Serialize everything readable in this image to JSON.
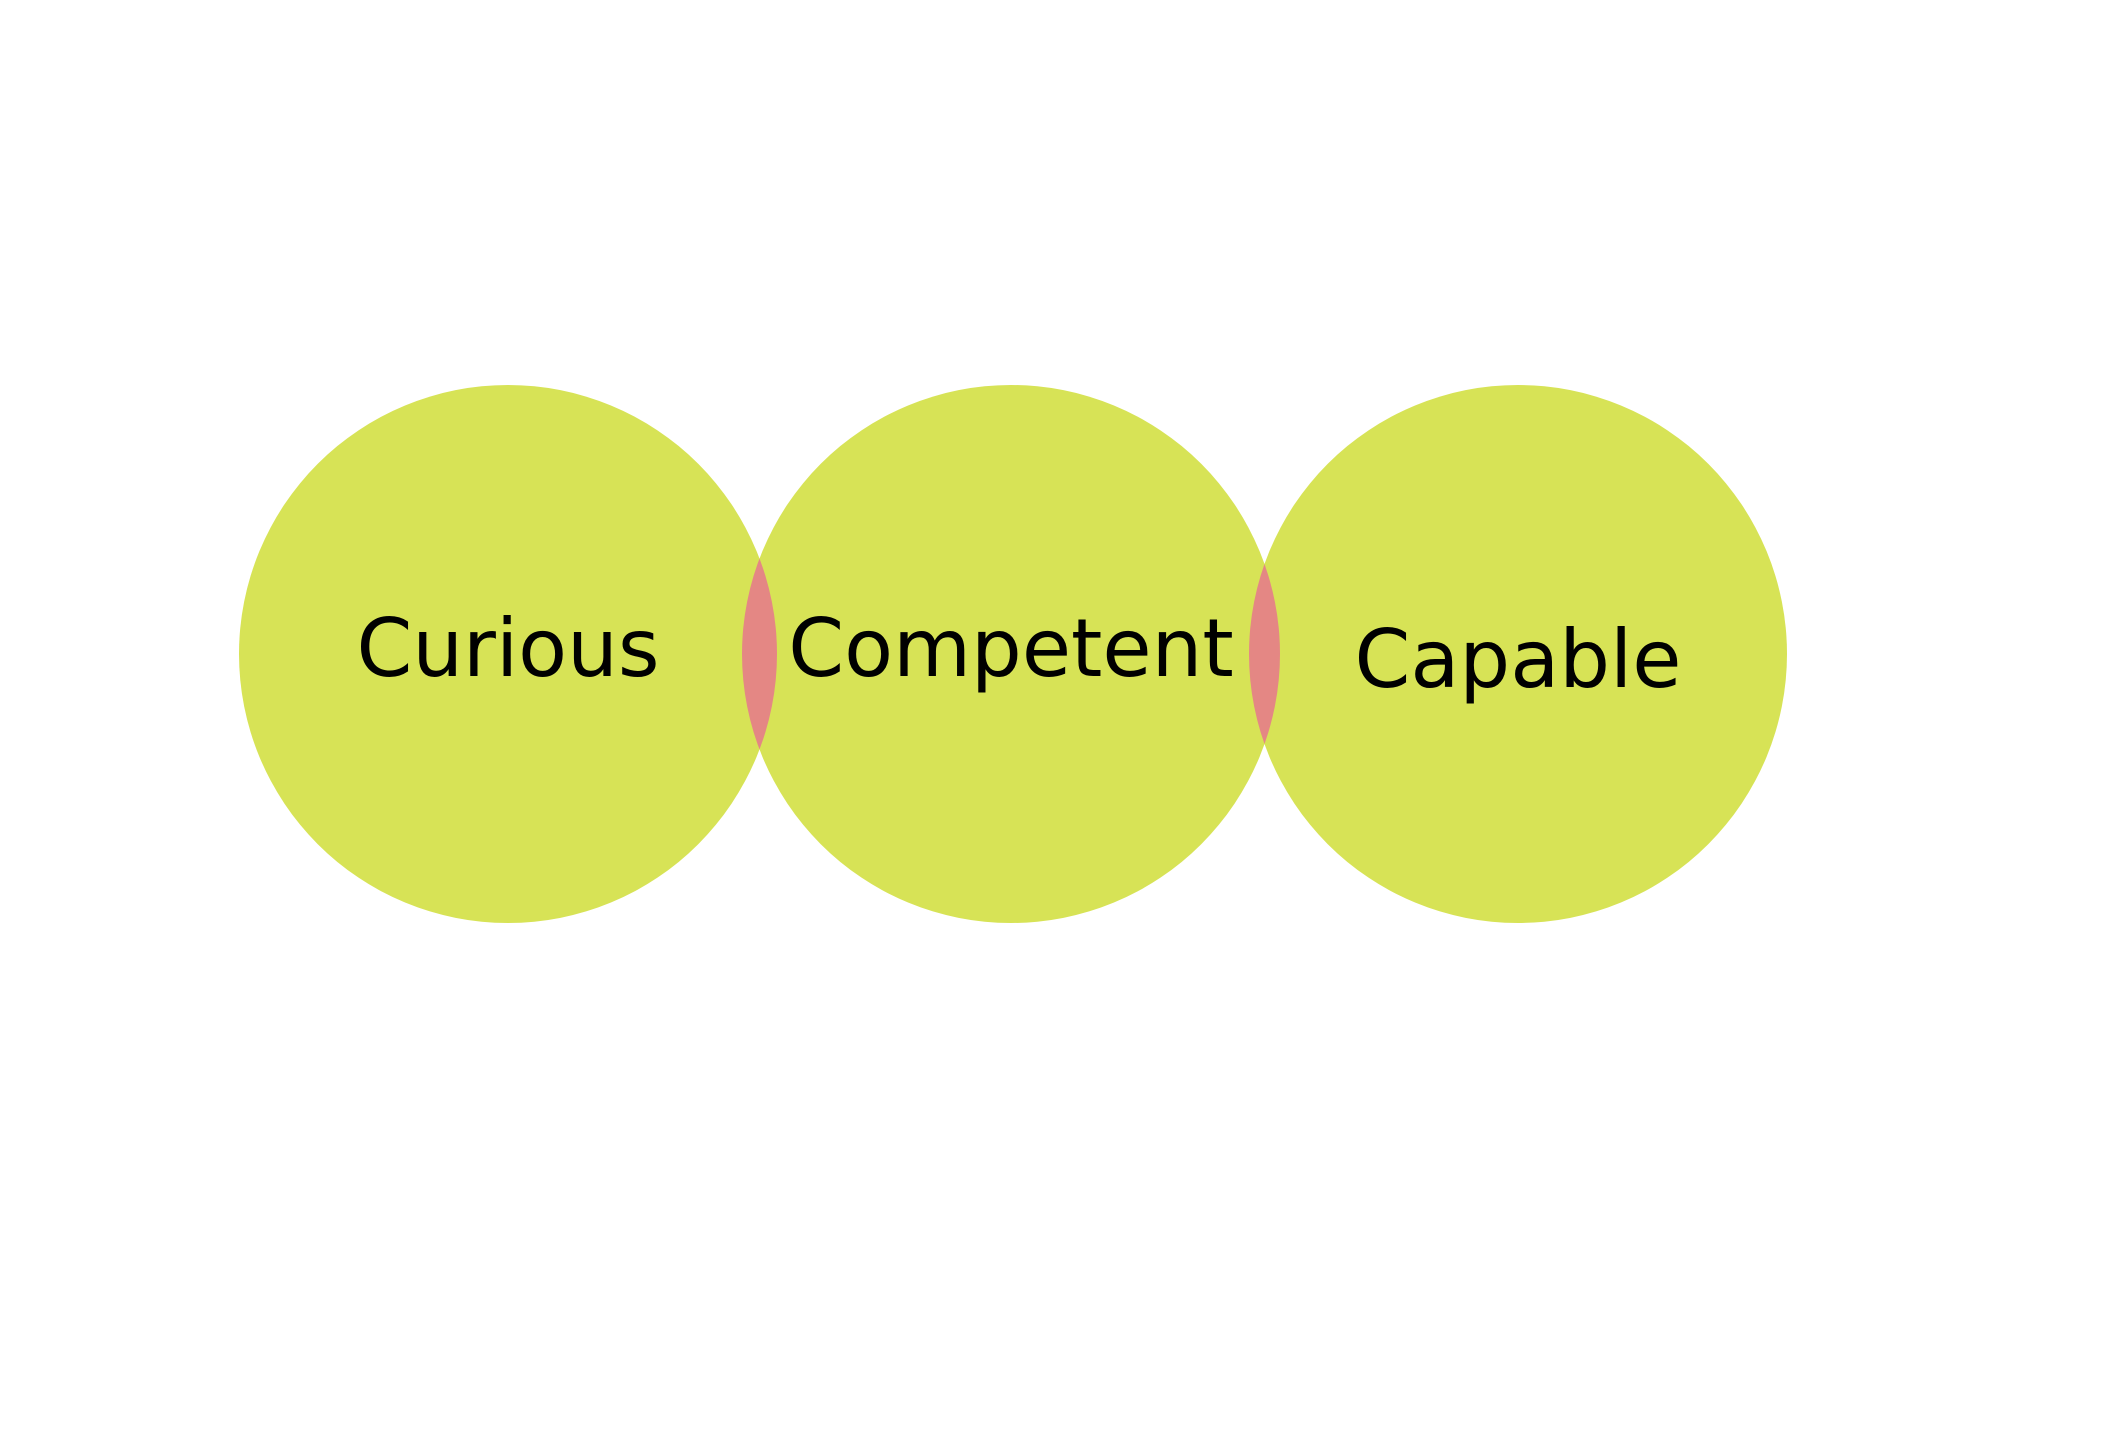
{
  "diagram": {
    "circles": [
      {
        "id": "curious",
        "label": "Curious"
      },
      {
        "id": "competent",
        "label": "Competent"
      },
      {
        "id": "capable",
        "label": "Capable"
      }
    ],
    "colors": {
      "circle_fill": "#d7e356",
      "overlap_fill": "#e48784",
      "background": "#ffffff",
      "text": "#000000"
    }
  }
}
